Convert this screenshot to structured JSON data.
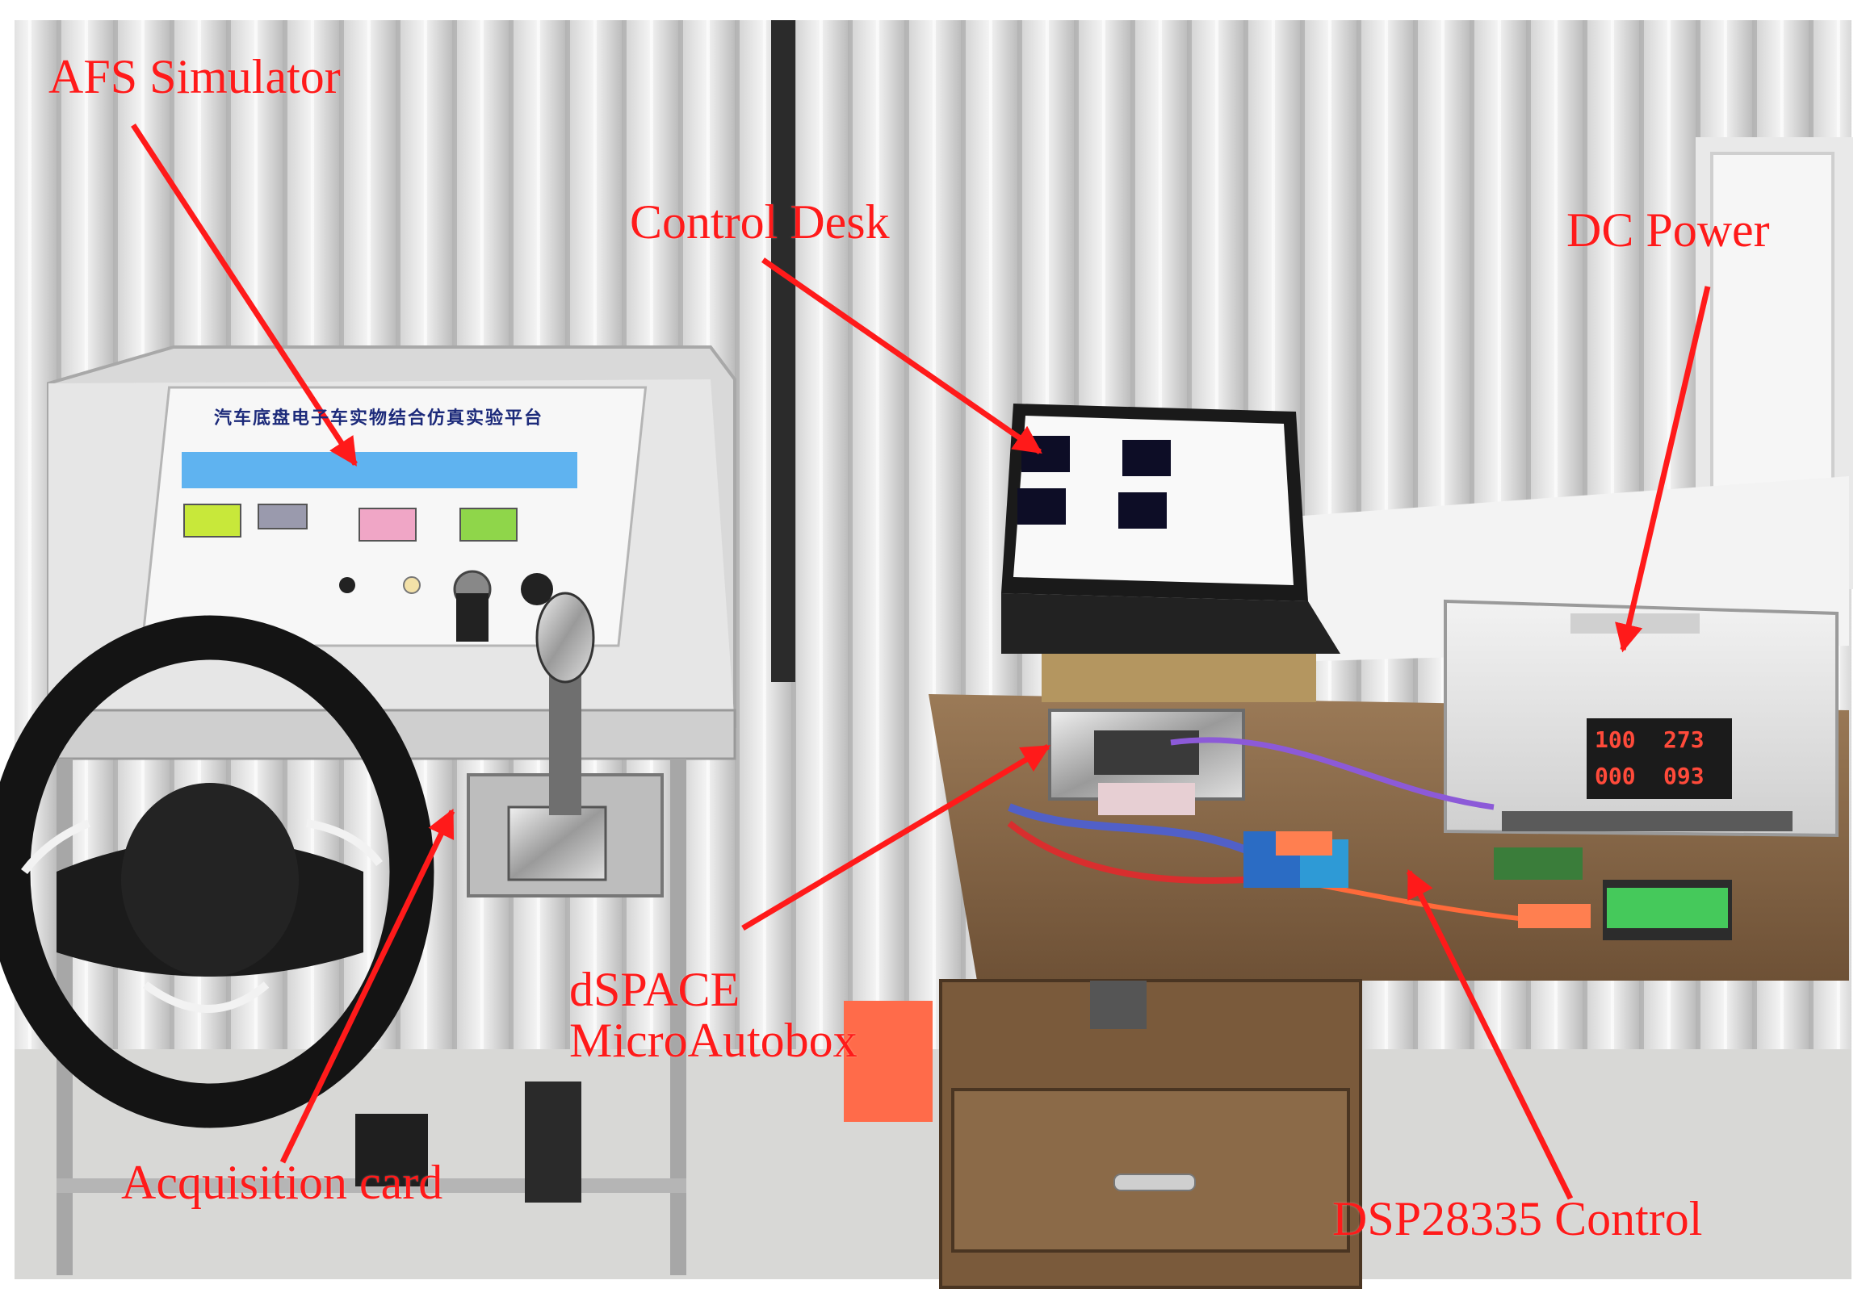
{
  "photo": {
    "panel_title": "汽车底盘电子车实物结合仿真实验平台",
    "psu_display": [
      "100",
      "273",
      "000",
      "093"
    ]
  },
  "annotations": [
    {
      "id": "afs",
      "text": "AFS Simulator"
    },
    {
      "id": "control_desk",
      "text": "Control Desk"
    },
    {
      "id": "dc_power",
      "text": "DC Power"
    },
    {
      "id": "dspace",
      "text": "dSPACE\nMicroAutobox"
    },
    {
      "id": "acq_card",
      "text": "Acquisition card"
    },
    {
      "id": "dsp",
      "text": "DSP28335 Control"
    }
  ],
  "colors": {
    "annotation": "#ff1a1a",
    "curtain": "#e6e6e6",
    "desk": "#8b6a48",
    "panel": "#dcdcdc"
  }
}
